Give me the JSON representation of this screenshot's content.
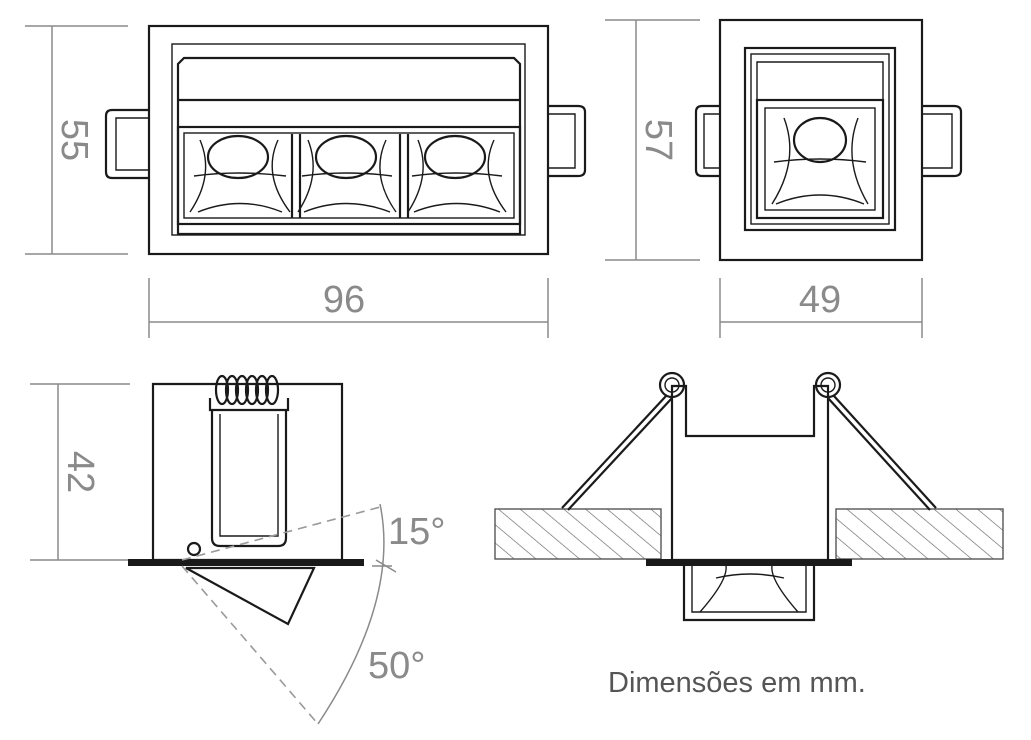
{
  "dimensions": {
    "front_height": "55",
    "front_width": "96",
    "side_height": "57",
    "side_width": "49",
    "profile_height": "42"
  },
  "angles": {
    "tilt_small": "15°",
    "tilt_large": "50°"
  },
  "note": "Dimensões em mm.",
  "colors": {
    "line": "#1a1a1a",
    "dimension": "#8a8a8a",
    "hatch": "#555555"
  }
}
